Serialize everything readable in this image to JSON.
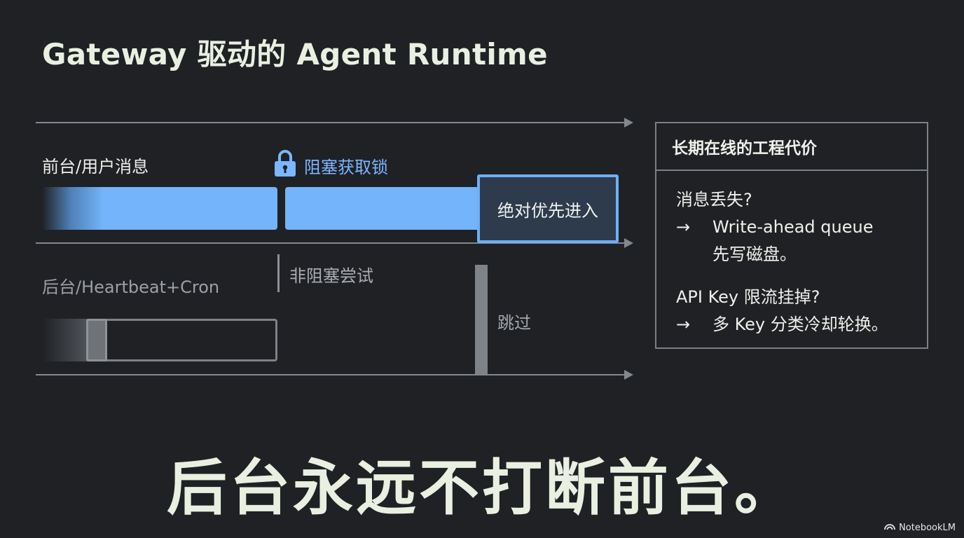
{
  "title": "Gateway 驱动的 Agent Runtime",
  "lanes": {
    "foreground_label": "前台/用户消息",
    "background_label": "后台/Heartbeat+Cron"
  },
  "lock": {
    "label": "阻塞获取锁",
    "icon": "lock-icon"
  },
  "priority_box": "绝对优先进入",
  "nonblocking_label": "非阻塞尝试",
  "skip_label": "跳过",
  "cost_panel": {
    "heading": "长期在线的工程代价",
    "items": [
      {
        "question": "消息丢失?",
        "arrow": "→",
        "answer": "Write-ahead queue",
        "answer_cont": "先写磁盘。"
      },
      {
        "question": "API Key 限流挂掉?",
        "arrow": "→",
        "answer": "多 Key 分类冷却轮换。"
      }
    ]
  },
  "slogan": "后台永远不打断前台。",
  "brand": {
    "name": "NotebookLM",
    "icon": "notebooklm-logo-icon"
  },
  "colors": {
    "background": "#1f2125",
    "accent_blue": "#73b4fa",
    "lock_blue": "#7ab7ff",
    "text": "#e9f0e1",
    "muted": "#9ba0a6"
  }
}
